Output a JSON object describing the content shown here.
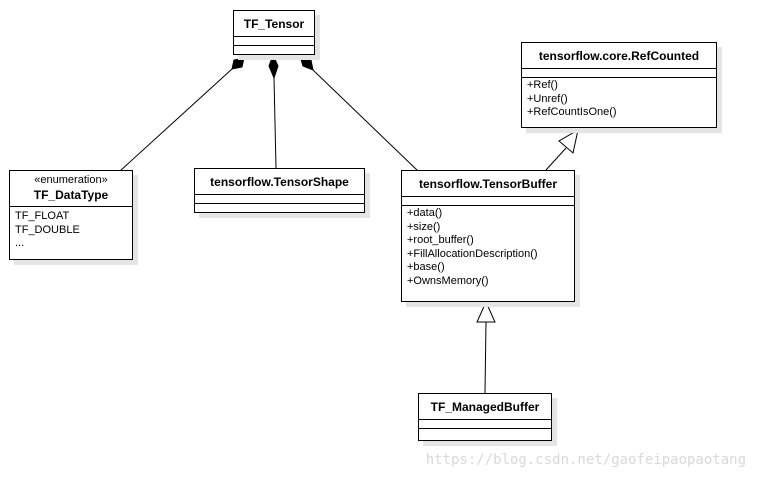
{
  "diagram": {
    "classes": {
      "tf_tensor": {
        "name": "TF_Tensor",
        "attributes": [],
        "operations": []
      },
      "refcounted": {
        "name": "tensorflow.core.RefCounted",
        "attributes": [],
        "operations": [
          "+Ref()",
          "+Unref()",
          "+RefCountIsOne()"
        ]
      },
      "tf_datatype": {
        "stereotype": "«enumeration»",
        "name": "TF_DataType",
        "attributes": [
          "TF_FLOAT",
          "TF_DOUBLE",
          "..."
        ]
      },
      "tensorshape": {
        "name": "tensorflow.TensorShape",
        "attributes": [],
        "operations": []
      },
      "tensorbuffer": {
        "name": "tensorflow.TensorBuffer",
        "attributes": [],
        "operations": [
          "+data()",
          "+size()",
          "+root_buffer()",
          "+FillAllocationDescription()",
          "+base()",
          "+OwnsMemory()"
        ]
      },
      "managedbuffer": {
        "name": "TF_ManagedBuffer",
        "attributes": [],
        "operations": []
      }
    },
    "relations": [
      {
        "type": "composition",
        "whole": "TF_Tensor",
        "part": "TF_DataType"
      },
      {
        "type": "composition",
        "whole": "TF_Tensor",
        "part": "tensorflow.TensorShape"
      },
      {
        "type": "composition",
        "whole": "TF_Tensor",
        "part": "tensorflow.TensorBuffer"
      },
      {
        "type": "generalization",
        "child": "tensorflow.TensorBuffer",
        "parent": "tensorflow.core.RefCounted"
      },
      {
        "type": "generalization",
        "child": "TF_ManagedBuffer",
        "parent": "tensorflow.TensorBuffer"
      }
    ]
  },
  "watermark": "https://blog.csdn.net/gaofeipaopaotang"
}
